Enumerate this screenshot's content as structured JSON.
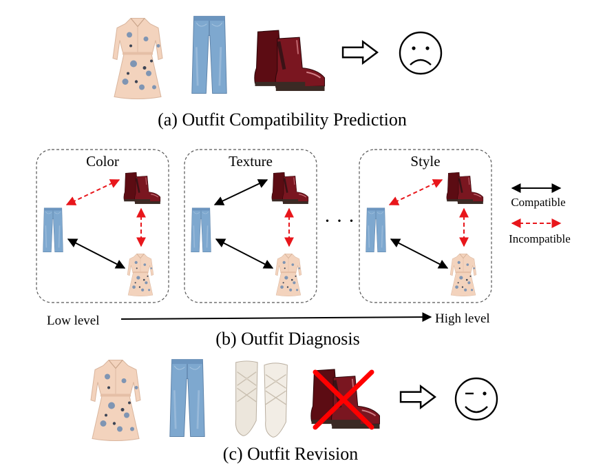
{
  "captions": {
    "a": "(a) Outfit Compatibility Prediction",
    "b": "(b) Outfit  Diagnosis",
    "c": "(c) Outfit Revision"
  },
  "panels": [
    {
      "title": "Color",
      "dress_boot": "incompatible",
      "jeans_dress": "compatible",
      "jeans_boot": "incompatible"
    },
    {
      "title": "Texture",
      "dress_boot": "incompatible",
      "jeans_dress": "compatible",
      "jeans_boot": "compatible"
    },
    {
      "title": "Style",
      "dress_boot": "incompatible",
      "jeans_dress": "compatible",
      "jeans_boot": "incompatible"
    }
  ],
  "ellipsis": "· · ·",
  "legend": {
    "compatible": "Compatible",
    "incompatible": "Incompatible"
  },
  "level_axis": {
    "low": "Low level",
    "high": "High level"
  },
  "faces": {
    "prediction": "sad-face",
    "revision": "winking-smile-face"
  },
  "colors": {
    "compatible_arrow": "#000000",
    "incompatible_arrow": "#e8161b",
    "cross": "#ff0000",
    "boot": "#6e1118",
    "jeans": "#6f9cc7",
    "dress": "#f3d3bd",
    "heel": "#ece6dc"
  }
}
